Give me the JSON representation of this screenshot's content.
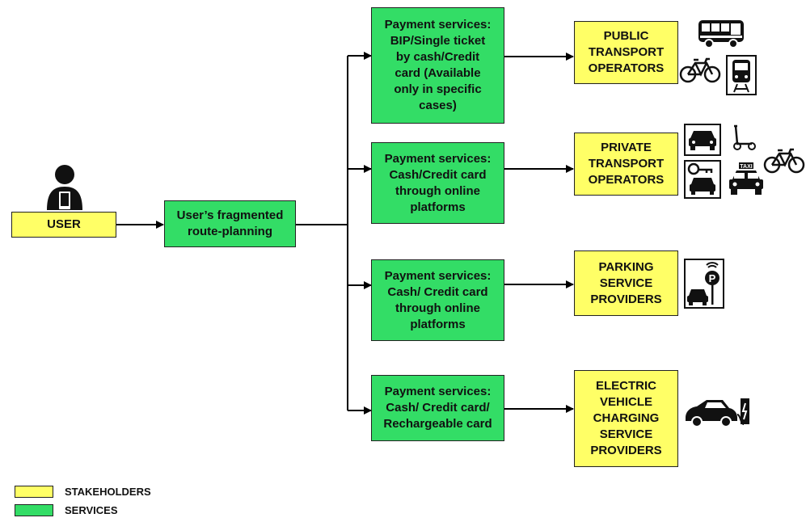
{
  "colors": {
    "stakeholder": "#ffff66",
    "service": "#33dd66",
    "line": "#000000"
  },
  "user": {
    "label": "USER"
  },
  "planning": {
    "label": "User’s fragmented\nroute-planning"
  },
  "services": [
    {
      "label": "Payment services:\nBIP/Single ticket\nby cash/Credit\ncard (Available\nonly in specific\ncases)"
    },
    {
      "label": "Payment services:\nCash/Credit card\nthrough online\nplatforms"
    },
    {
      "label": "Payment services:\nCash/ Credit card\nthrough online\nplatforms"
    },
    {
      "label": "Payment services:\nCash/ Credit card/\nRechargeable card"
    }
  ],
  "stakeholders": [
    {
      "label": "PUBLIC\nTRANSPORT\nOPERATORS",
      "icons": [
        "bus-icon",
        "bicycle-icon",
        "train-icon"
      ]
    },
    {
      "label": "PRIVATE\nTRANSPORT\nOPERATORS",
      "icons": [
        "car-icon",
        "kick-scooter-icon",
        "bicycle-icon",
        "car-key-icon",
        "taxi-icon"
      ]
    },
    {
      "label": "PARKING\nSERVICE\nPROVIDERS",
      "icons": [
        "smart-parking-icon"
      ]
    },
    {
      "label": "ELECTRIC\nVEHICLE\nCHARGING\nSERVICE\nPROVIDERS",
      "icons": [
        "ev-charging-icon"
      ]
    }
  ],
  "legend": [
    {
      "label": "STAKEHOLDERS",
      "color": "#ffff66"
    },
    {
      "label": "SERVICES",
      "color": "#33dd66"
    }
  ]
}
